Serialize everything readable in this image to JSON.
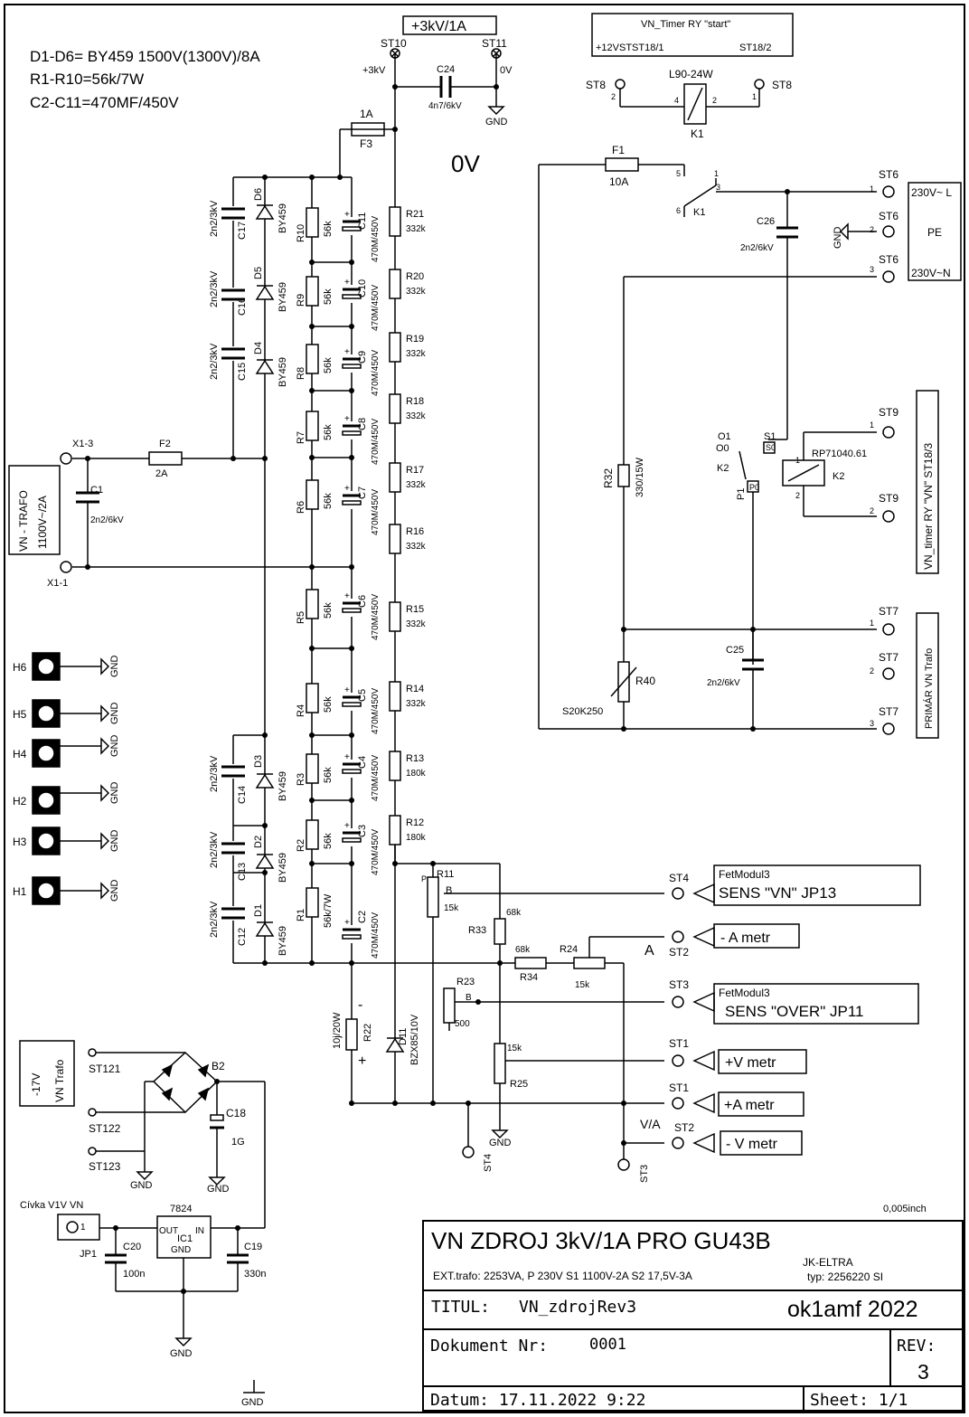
{
  "notes": {
    "line1": "D1-D6= BY459 1500V(1300V)/8A",
    "line2": "R1-R10=56k/7W",
    "line3": "C2-C11=470MF/450V"
  },
  "labels": {
    "out_box": "+3kV/1A",
    "st10": "ST10",
    "st11": "ST11",
    "plus3kv": "+3kV",
    "zero_v": "0V",
    "c24": "C24",
    "c24_val": "4n7/6kV",
    "gnd": "GND",
    "f3_rating": "1A",
    "f3": "F3",
    "big_0v": "0V",
    "f2": "F2",
    "f2_rating": "2A",
    "x13": "X1-3",
    "x11": "X1-1",
    "trafo_line1": "VN - TRAFO",
    "trafo_line2": "1100V~/2A",
    "c1": "C1",
    "c1_val": "2n2/6kV",
    "diode_type": "BY459",
    "cap_hv": "2n2/3kV",
    "res_56k": "56k",
    "elyt": "470M/450V",
    "r_332k": "332k",
    "r_180k": "180k",
    "r1_val": "56k/7W",
    "h6": "H6",
    "h5": "H5",
    "h4": "H4",
    "h2": "H2",
    "h3": "H3",
    "h1": "H1"
  },
  "ladder": {
    "diodes": [
      "D6",
      "D5",
      "D4",
      "D3",
      "D2",
      "D1"
    ],
    "hv_caps": [
      "C17",
      "C16",
      "C15",
      "C14",
      "C13",
      "C12"
    ],
    "resistors": [
      "R10",
      "R9",
      "R8",
      "R7",
      "R6",
      "R5",
      "R4",
      "R3",
      "R2",
      "R1"
    ],
    "elyts": [
      "C11",
      "C10",
      "C9",
      "C8",
      "C7",
      "C6",
      "C5",
      "C4",
      "C3",
      "C2"
    ],
    "divider": [
      "R21",
      "R20",
      "R19",
      "R18",
      "R17",
      "R16",
      "R15",
      "R14",
      "R13",
      "R12"
    ]
  },
  "timer": {
    "line1": "VN_Timer RY \"start\"",
    "line2a": "+12VSTST18/1",
    "line2b": "ST18/2"
  },
  "relay": {
    "st8": "ST8",
    "k1_type": "L90-24W",
    "k1": "K1",
    "f1": "F1",
    "f1_rating": "10A",
    "c26": "C26",
    "c26_val": "2n2/6kV",
    "st6": "ST6",
    "mains_l": "230V~ L",
    "pe": "PE",
    "mains_n": "230V~N",
    "r32": "R32",
    "r32_val": "330/15W",
    "o1": "O1",
    "o0": "O0",
    "s1": "S1",
    "k2": "K2",
    "p1": "P1",
    "k2_type": "RP71040.61",
    "st9": "ST9",
    "vn_timer_label": "VN_timer RY \"VN\" ST18/3",
    "st7": "ST7",
    "c25": "C25",
    "c25_val": "2n2/6kV",
    "r40": "R40",
    "r40_val": "S20K250",
    "primar": "PRIMÁR VN Trafo"
  },
  "metering": {
    "r11": "R11",
    "r11_val": "15k",
    "r33": "R33",
    "r33_val": "68k",
    "r34": "R34",
    "r34_val": "68k",
    "r24": "R24",
    "r24_val": "15k",
    "r23": "R23",
    "r23_val": "500",
    "r25": "R25",
    "r25_val": "15k",
    "r22": "R22",
    "r22_val": "10j/20W",
    "d11": "D11",
    "d11_val": "BZX85/10V",
    "st4": "ST4",
    "st2": "ST2",
    "st3": "ST3",
    "st1": "ST1",
    "a_label": "A",
    "va_label": "V/A",
    "fet1_title": "FetModul3",
    "fet1_text": "SENS \"VN\"   JP13",
    "a_metr_minus": "- A metr",
    "fet2_title": "FetModul3",
    "fet2_text": "SENS \"OVER\"  JP11",
    "v_metr_plus": "+V metr",
    "a_metr_plus": "+A metr",
    "v_metr_minus": "- V metr"
  },
  "supply": {
    "trafo_line1": "-17V",
    "trafo_line2": "VN Trafo",
    "st121": "ST121",
    "st122": "ST122",
    "st123": "ST123",
    "b2": "B2",
    "c18": "C18",
    "c18_val": "1G",
    "coil": "Cívka V1V VN",
    "jp1": "JP1",
    "ic_type": "7824",
    "ic1": "IC1",
    "out": "OUT",
    "in": "IN",
    "c20": "C20",
    "c20_val": "100n",
    "c19": "C19",
    "c19_val": "330n"
  },
  "grid": "0,005inch",
  "titleblock": {
    "title": "VN ZDROJ 3kV/1A PRO GU43B",
    "ext": "EXT.trafo: 2253VA, P 230V S1 1100V-2A S2 17,5V-3A",
    "jk": "JK-ELTRA",
    "typ": "typ: 2256220 SI",
    "titul_label": "TITUL:",
    "titul": "VN_zdrojRev3",
    "author": "ok1amf 2022",
    "doc_label": "Dokument Nr:",
    "doc": "0001",
    "rev_label": "REV:",
    "rev": "3",
    "datum": "Datum: 17.11.2022 9:22",
    "sheet": "Sheet: 1/1"
  }
}
